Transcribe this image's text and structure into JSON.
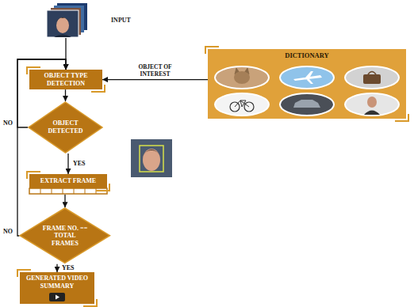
{
  "diagram": {
    "nodes": [
      {
        "text": [
          "INPUT"
        ]
      },
      {
        "text": [
          "OBJECT TYPE DETECTION"
        ]
      },
      {
        "text": [
          "DICTIONARY"
        ]
      },
      {
        "text": [
          "OBJECT DETECTED"
        ]
      },
      {
        "text": [
          "EXTRACT FRAME"
        ]
      },
      {
        "text": [
          "FRAME NO. == TOTAL FRAMES"
        ]
      },
      {
        "text": [
          "GENERATED VIDEO SUMMARY"
        ]
      }
    ],
    "edges": [
      {
        "from": 0,
        "to": 1,
        "arrow": "to"
      },
      {
        "from": 2,
        "to": 1,
        "label": "OBJECT OF INTEREST",
        "arrow": "to"
      },
      {
        "from": 1,
        "to": 3,
        "arrow": "to"
      },
      {
        "from": 3,
        "to": 4,
        "label": "YES",
        "arrow": "to"
      },
      {
        "from": 3,
        "to": 1,
        "label": "NO",
        "arrow": "to"
      },
      {
        "from": 4,
        "to": 5,
        "arrow": "to"
      },
      {
        "from": 5,
        "to": 1,
        "label": "NO",
        "arrow": "to"
      },
      {
        "from": 5,
        "to": 6,
        "label": "YES",
        "arrow": "to"
      }
    ]
  }
}
